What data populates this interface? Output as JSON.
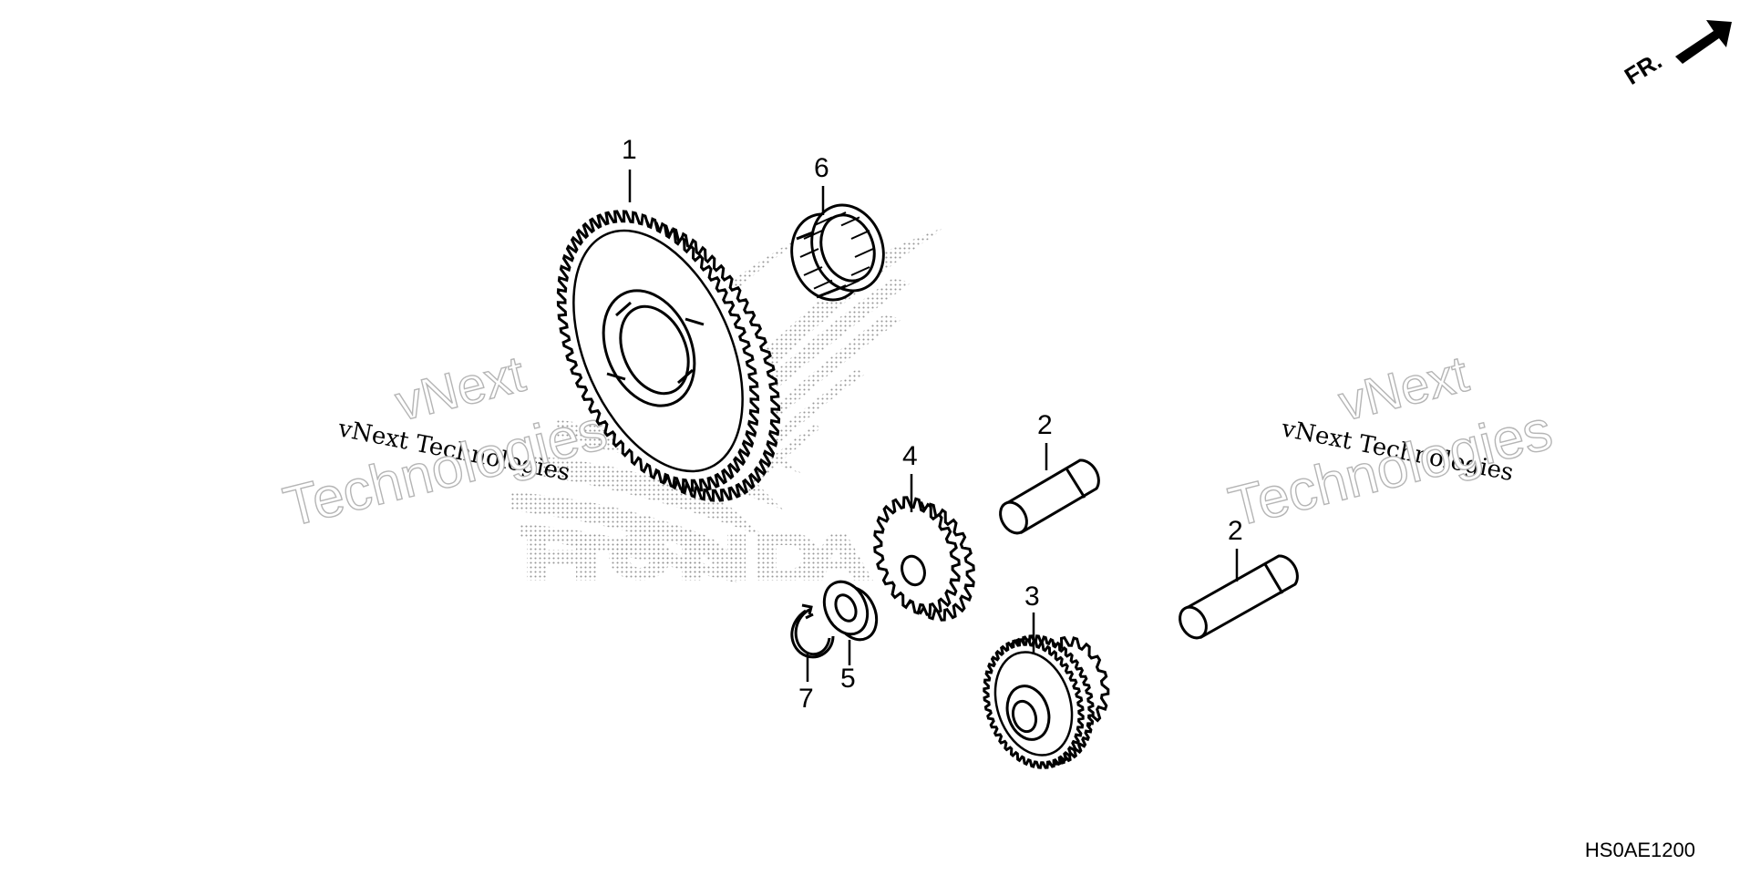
{
  "callouts": {
    "c1": "1",
    "c2a": "2",
    "c2b": "2",
    "c3": "3",
    "c4": "4",
    "c5": "5",
    "c6": "6",
    "c7": "7"
  },
  "direction_label": "FR.",
  "diagram_code": "HS0AE1200",
  "watermark": {
    "line1": "vNext Technologies",
    "line2a": "vNext",
    "line2b": "Technologies"
  },
  "logo_text": "HONDA",
  "colors": {
    "ink": "#000000",
    "dots": "#9a9a9a"
  }
}
